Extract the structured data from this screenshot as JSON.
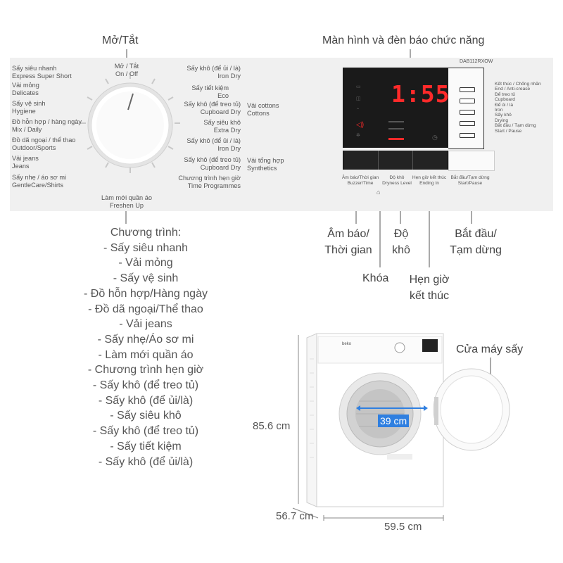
{
  "top_labels": {
    "power": "Mở/Tắt",
    "display": "Màn hình và đèn báo chức năng"
  },
  "dial_panel": {
    "power_label": [
      "Mở / Tắt",
      "On / Off"
    ],
    "left_programs": [
      [
        "Sấy siêu nhanh",
        "Express Super Short"
      ],
      [
        "Vải mỏng",
        "Delicates"
      ],
      [
        "Sấy vệ sinh",
        "Hygiene"
      ],
      [
        "Đồ hỗn hợp / hàng ngày",
        "Mix / Daily"
      ],
      [
        "Đồ dã ngoại / thể thao",
        "Outdoor/Sports"
      ],
      [
        "Vải jeans",
        "Jeans"
      ],
      [
        "Sấy nhẹ / áo sơ mi",
        "GentleCare/Shirts"
      ]
    ],
    "bottom_program": [
      "Làm mới quần áo",
      "Freshen Up"
    ],
    "right_programs": [
      [
        "Sấy khô (để ủi / là)",
        "Iron Dry"
      ],
      [
        "Sấy tiết kiệm",
        "Eco"
      ],
      [
        "Sấy khô (để treo tủ)",
        "Cupboard Dry"
      ],
      [
        "Sấy siêu khô",
        "Extra Dry"
      ],
      [
        "Sấy khô (để ủi / là)",
        "Iron Dry"
      ],
      [
        "Sấy khô (để treo tủ)",
        "Cupboard Dry"
      ],
      [
        "Chương trình hẹn giờ",
        "Time Programmes"
      ]
    ],
    "group_cottons": [
      "Vải cottons",
      "Cottons"
    ],
    "group_synthetics": [
      "Vải tổng hợp",
      "Synthetics"
    ]
  },
  "control_panel": {
    "model": "DAB112RXOW",
    "time": "1:55",
    "button_labels": [
      [
        "Âm báo/Thời gian",
        "Buzzer/Time"
      ],
      [
        "Độ khô",
        "Dryness Level"
      ],
      [
        "Hẹn giờ kết thúc",
        "Ending In"
      ],
      [
        "Bắt đầu/Tạm dừng",
        "Start/Pause"
      ]
    ],
    "status_labels": [
      [
        "Kết thúc / Chống nhăn",
        "End / Anti-crease"
      ],
      [
        "Để treo tủ",
        "Cupboard"
      ],
      [
        "Để ủi / là",
        "Iron"
      ],
      [
        "Sấy khô",
        "Drying"
      ],
      [
        "Bắt đầu / Tạm dừng",
        "Start / Pause"
      ]
    ]
  },
  "callouts": {
    "buzzer": [
      "Âm báo/",
      "Thời gian"
    ],
    "dryness": [
      "Độ",
      "khô"
    ],
    "lock": "Khóa",
    "ending": [
      "Hẹn giờ",
      "kết thúc"
    ],
    "start": [
      "Bắt đầu/",
      "Tạm dừng"
    ],
    "door": "Cửa máy sấy"
  },
  "programs_list": {
    "title": "Chương trình:",
    "items": [
      "- Sấy siêu nhanh",
      "- Vải mỏng",
      "- Sấy vệ sinh",
      "- Đồ hỗn hợp/Hàng ngày",
      "- Đồ dã ngoại/Thể thao",
      "- Vải jeans",
      "- Sấy nhẹ/Áo sơ mi",
      "- Làm mới quần áo",
      "- Chương trình hẹn giờ",
      "- Sấy khô (để treo tủ)",
      "- Sấy khô (để ủi/là)",
      "- Sấy siêu khô",
      "- Sấy khô (để treo tủ)",
      "- Sấy tiết kiệm",
      "- Sấy khô (để ủi/là)"
    ]
  },
  "dimensions": {
    "height": "85.6 cm",
    "depth": "56.7 cm",
    "width": "59.5 cm",
    "door": "39 cm"
  },
  "colors": {
    "display_red": "#ff2a2a",
    "door_blue": "#2f7fe0",
    "panel_bg": "#f0f0f0"
  }
}
